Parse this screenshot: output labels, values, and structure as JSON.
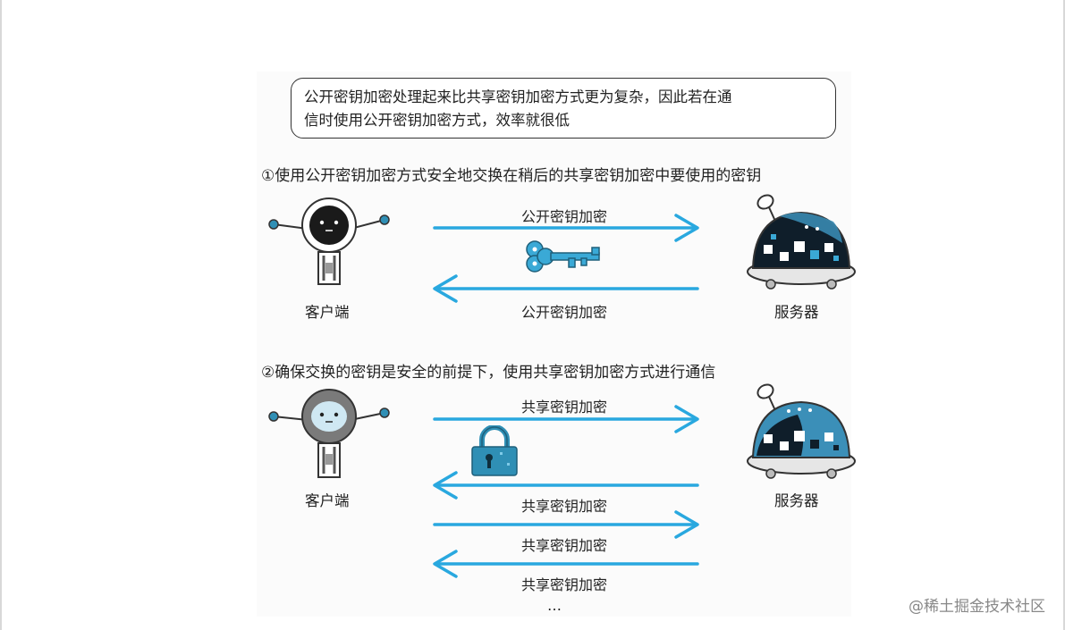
{
  "note": {
    "line1": "公开密钥加密处理起来比共享密钥加密方式更为复杂，因此若在通",
    "line2": "信时使用公开密钥加密方式，效率就很低"
  },
  "step1": {
    "title": "①使用公开密钥加密方式安全地交换在稍后的共享密钥加密中要使用的密钥",
    "client_label": "客户端",
    "server_label": "服务器",
    "arrow_top_label": "公开密钥加密",
    "arrow_bottom_label": "公开密钥加密"
  },
  "step2": {
    "title": "②确保交换的密钥是安全的前提下，使用共享密钥加密方式进行通信",
    "client_label": "客户端",
    "server_label": "服务器",
    "arrow1_label": "共享密钥加密",
    "arrow2_label": "共享密钥加密",
    "arrow3_label": "共享密钥加密",
    "arrow4_label": "共享密钥加密",
    "ellipsis": "…"
  },
  "watermark": "@稀土掘金技术社区",
  "colors": {
    "arrow": "#29a8df",
    "key": "#3aa9d6",
    "lock": "#2f8fb5",
    "robot_dark": "#1a1a1a",
    "robot_gray": "#7a7a7a",
    "server_dome": "#3b8fb8"
  },
  "icons": [
    "key-icon",
    "lock-icon",
    "client-robot-icon",
    "server-robot-icon"
  ]
}
